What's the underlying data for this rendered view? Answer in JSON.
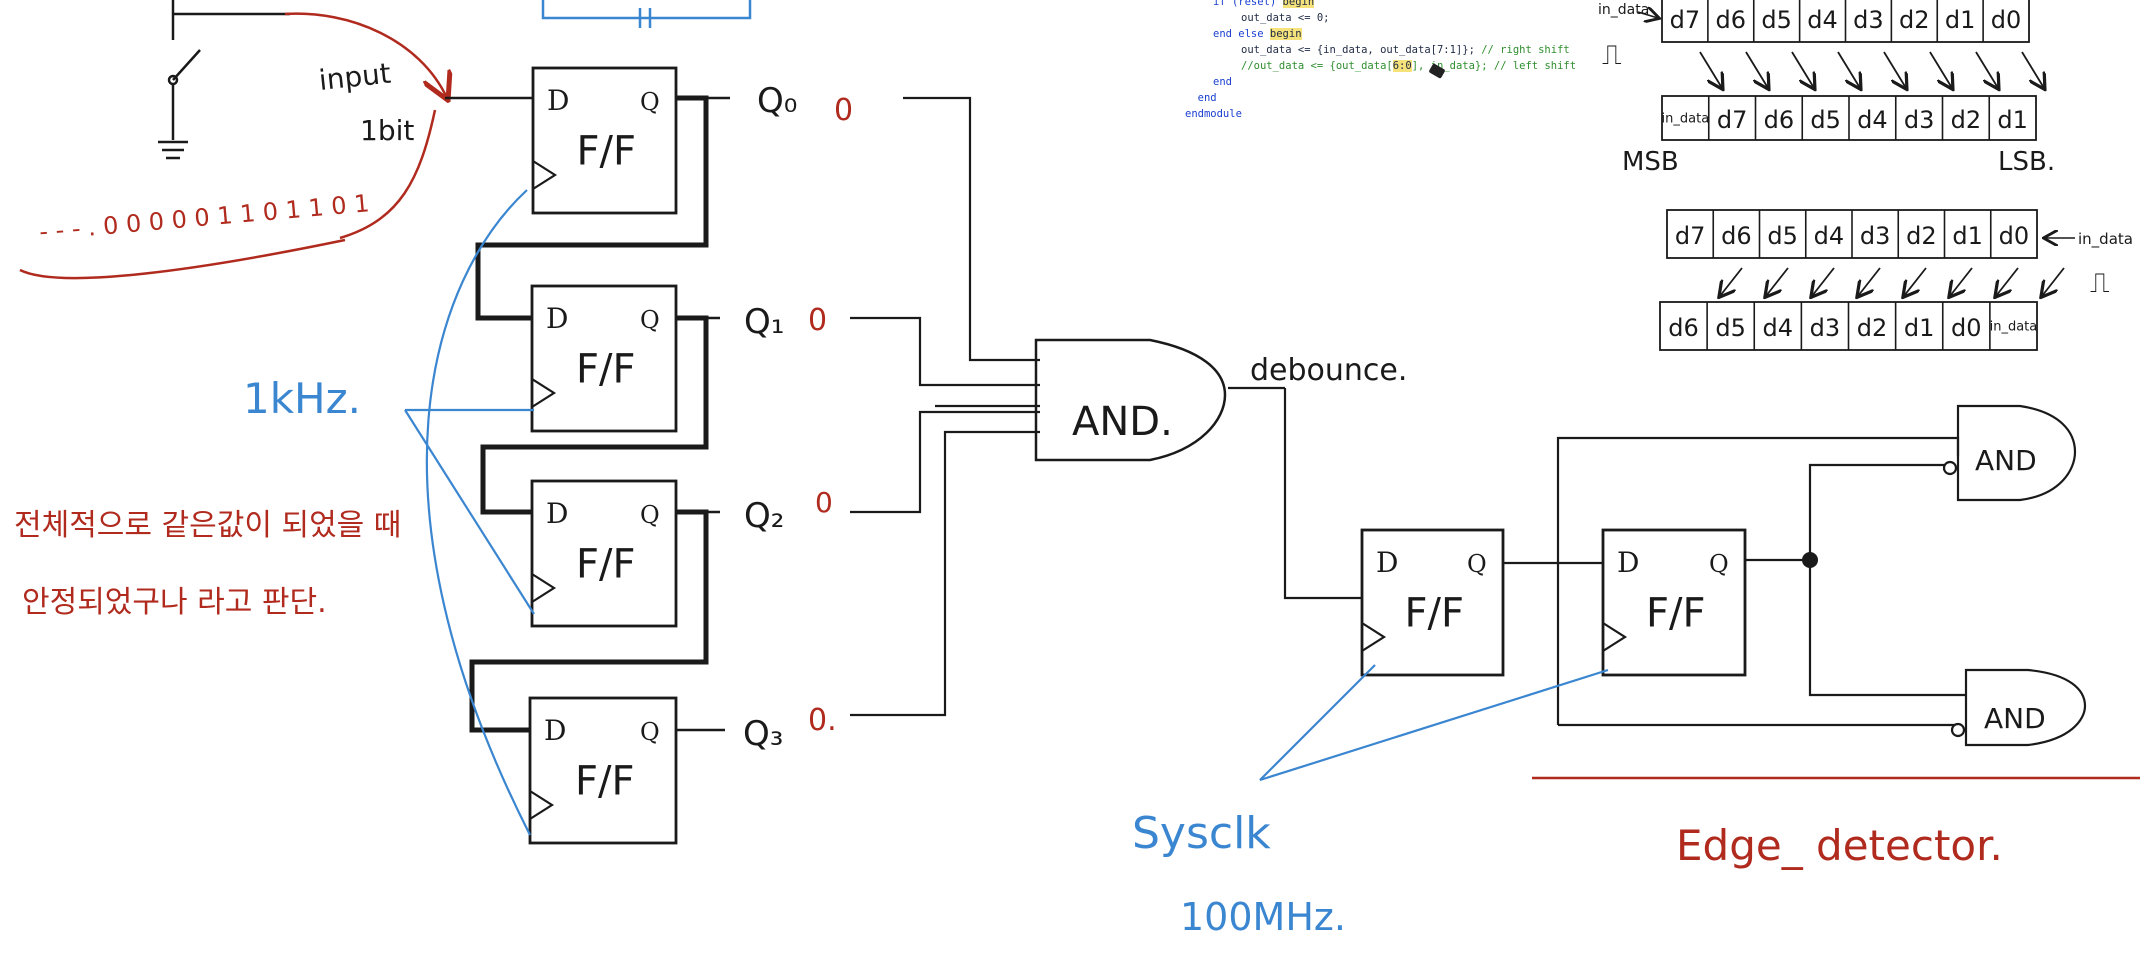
{
  "code_lines": [
    {
      "indent": 1,
      "parts": [
        {
          "t": "if (reset) ",
          "c": "kw"
        },
        {
          "t": "begin",
          "c": "hl"
        }
      ]
    },
    {
      "indent": 2,
      "parts": [
        {
          "t": "out_data <= 0;",
          "c": ""
        }
      ]
    },
    {
      "indent": 1,
      "parts": [
        {
          "t": "end else ",
          "c": "kw"
        },
        {
          "t": "begin",
          "c": "hl"
        }
      ]
    },
    {
      "indent": 2,
      "parts": [
        {
          "t": "out_data <= {in_data, out_data[7:1]}; ",
          "c": ""
        },
        {
          "t": "// right shift",
          "c": "cm"
        }
      ]
    },
    {
      "indent": 2,
      "parts": [
        {
          "t": "//out_data <= {out_data[",
          "c": "cm"
        },
        {
          "t": "6:0",
          "c": "hl"
        },
        {
          "t": "], in_data}; // left shift",
          "c": "cm"
        }
      ]
    },
    {
      "indent": 1,
      "parts": [
        {
          "t": "end",
          "c": "kw"
        }
      ]
    },
    {
      "indent": 0,
      "parts": [
        {
          "t": "  end",
          "c": "kw"
        }
      ]
    },
    {
      "indent": 0,
      "parts": [
        {
          "t": "endmodule",
          "c": "kw"
        }
      ]
    }
  ],
  "labels": {
    "input_line1": "input",
    "input_line2": "1bit",
    "bit_stream": "- - - . 0 0 0 0  0 1 1 0 1 1 0 1",
    "clock_1k": "1kHz.",
    "korean_note1": "전체적으로 같은값이 되었을 때",
    "korean_note2": "안정되었구나 라고 판단.",
    "q0": "Q₀",
    "q1": "Q₁",
    "q2": "Q₂",
    "q3": "Q₃",
    "q0_val": "0",
    "q1_val": "0",
    "q2_val": "0",
    "q3_val": "0.",
    "and_main": "AND.",
    "debounce": "debounce.",
    "sysclk": "Sysclk",
    "sysclk_freq": "100MHz.",
    "and_top": "AND",
    "and_bottom": "AND",
    "edge_detector": "Edge_ detector.",
    "ff_label": "F/F",
    "ff_d": "D",
    "ff_q": "Q",
    "msb": "MSB",
    "lsb": "LSB.",
    "reg_in_data": "in_data",
    "reg_in_data2": "in_data",
    "reg_in_data3": "in_data",
    "reg_in_data4": "in_data",
    "pulse1": "⎍",
    "pulse2": "⎍"
  },
  "registers": {
    "top_row": [
      "d7",
      "d6",
      "d5",
      "d4",
      "d3",
      "d2",
      "d1",
      "d0"
    ],
    "second_row": [
      "in_data",
      "d7",
      "d6",
      "d5",
      "d4",
      "d3",
      "d2",
      "d1"
    ],
    "third_row": [
      "d7",
      "d6",
      "d5",
      "d4",
      "d3",
      "d2",
      "d1",
      "d0"
    ],
    "fourth_row": [
      "d6",
      "d5",
      "d4",
      "d3",
      "d2",
      "d1",
      "d0",
      "in_data"
    ]
  },
  "colors": {
    "ink": "#1a1a1a",
    "red": "#b02a1e",
    "blue": "#3b86d0",
    "code_keyword": "#1a3fd0",
    "code_comment": "#2f8f2f"
  }
}
